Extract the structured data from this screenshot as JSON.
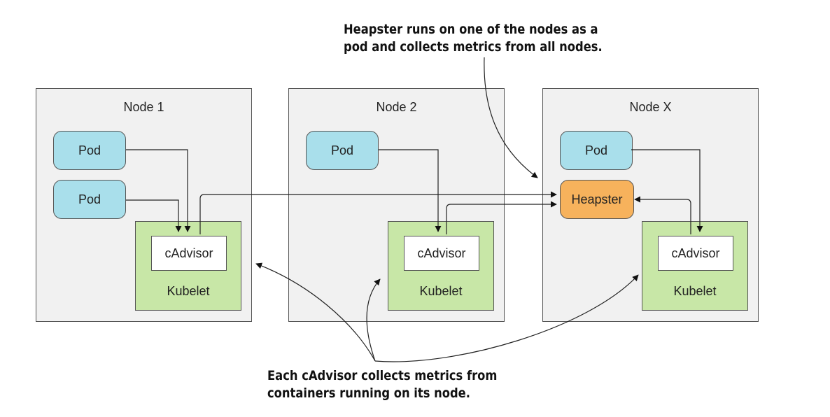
{
  "nodes": [
    {
      "title": "Node 1",
      "pods": [
        "Pod",
        "Pod"
      ],
      "cadvisor": "cAdvisor",
      "kubelet": "Kubelet"
    },
    {
      "title": "Node 2",
      "pods": [
        "Pod"
      ],
      "cadvisor": "cAdvisor",
      "kubelet": "Kubelet"
    },
    {
      "title": "Node X",
      "pods": [
        "Pod"
      ],
      "heapster": "Heapster",
      "cadvisor": "cAdvisor",
      "kubelet": "Kubelet"
    }
  ],
  "callouts": {
    "heapster": {
      "line1": "Heapster runs on one of the nodes as a",
      "line2": "pod and collects metrics from all nodes."
    },
    "cadvisor": {
      "line1": "Each cAdvisor collects metrics from",
      "line2": "containers running on its node."
    }
  },
  "colors": {
    "node_bg": "#f1f1f1",
    "pod": "#a9dfeb",
    "kubelet": "#c8e7a7",
    "heapster": "#f7b25c",
    "cadvisor_bg": "#ffffff",
    "border": "#555555"
  }
}
